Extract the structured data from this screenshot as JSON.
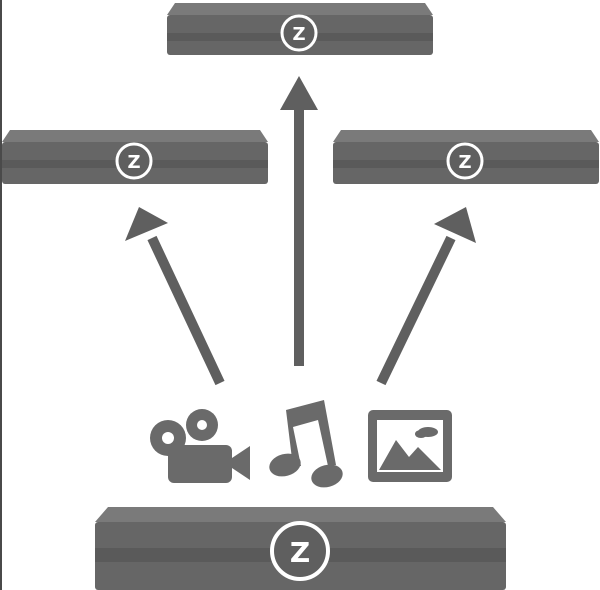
{
  "diagram": {
    "badge_letter": "Z",
    "colors": {
      "device_body": "#666666",
      "device_top": "#7a7a7a",
      "device_band": "#5a5a5a",
      "badge_ring": "#ffffff",
      "badge_fill": "#5f5f5f",
      "arrow": "#5f5f5f",
      "icon": "#6a6a6a",
      "background": "#ffffff"
    },
    "nodes": [
      {
        "id": "source-device",
        "role": "source"
      },
      {
        "id": "target-device-left",
        "role": "target"
      },
      {
        "id": "target-device-top",
        "role": "target"
      },
      {
        "id": "target-device-right",
        "role": "target"
      }
    ],
    "media_icons": [
      "video-camera-icon",
      "music-note-icon",
      "image-icon"
    ],
    "edges": [
      {
        "from": "source-device",
        "to": "target-device-left"
      },
      {
        "from": "source-device",
        "to": "target-device-top"
      },
      {
        "from": "source-device",
        "to": "target-device-right"
      }
    ]
  }
}
